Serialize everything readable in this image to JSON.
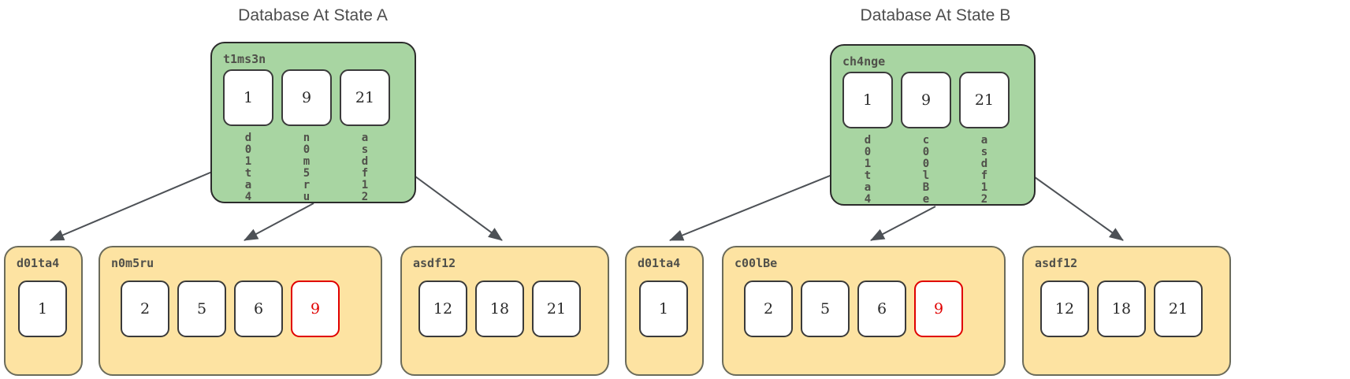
{
  "diagram": {
    "type": "b-tree-copy-on-write",
    "background": "#ffffff",
    "colors": {
      "internal_node_fill": "#a8d5a2",
      "internal_node_stroke": "#2b2b2b",
      "leaf_node_fill": "#fde3a2",
      "leaf_node_stroke": "#6b6b5a",
      "cell_fill": "#ffffff",
      "cell_stroke": "#3a3a3a",
      "highlight_stroke": "#e00000",
      "highlight_text": "#e00000",
      "title_text": "#4d4d4d",
      "label_text": "#50504a",
      "edge_stroke": "#4d5156"
    }
  },
  "panels": [
    {
      "id": "state-a",
      "title": "Database At State A",
      "root": {
        "id": "t1ms3n",
        "label": "t1ms3n",
        "keys": [
          "1",
          "9",
          "21"
        ],
        "pointers": [
          "d01ta4",
          "n0m5ru",
          "asdf12"
        ]
      },
      "leaves": [
        {
          "id": "d01ta4",
          "label": "d01ta4",
          "values": [
            {
              "text": "1",
              "highlight": false
            }
          ]
        },
        {
          "id": "n0m5ru",
          "label": "n0m5ru",
          "values": [
            {
              "text": "2",
              "highlight": false
            },
            {
              "text": "5",
              "highlight": false
            },
            {
              "text": "6",
              "highlight": false
            },
            {
              "text": "9",
              "highlight": true
            }
          ]
        },
        {
          "id": "asdf12",
          "label": "asdf12",
          "values": [
            {
              "text": "12",
              "highlight": false
            },
            {
              "text": "18",
              "highlight": false
            },
            {
              "text": "21",
              "highlight": false
            }
          ]
        }
      ]
    },
    {
      "id": "state-b",
      "title": "Database At State B",
      "root": {
        "id": "ch4nge",
        "label": "ch4nge",
        "keys": [
          "1",
          "9",
          "21"
        ],
        "pointers": [
          "d01ta4",
          "c00lBe",
          "asdf12"
        ]
      },
      "leaves": [
        {
          "id": "d01ta4",
          "label": "d01ta4",
          "values": [
            {
              "text": "1",
              "highlight": false
            }
          ]
        },
        {
          "id": "c00lBe",
          "label": "c00lBe",
          "values": [
            {
              "text": "2",
              "highlight": false
            },
            {
              "text": "5",
              "highlight": false
            },
            {
              "text": "6",
              "highlight": false
            },
            {
              "text": "9",
              "highlight": true
            }
          ]
        },
        {
          "id": "asdf12",
          "label": "asdf12",
          "values": [
            {
              "text": "12",
              "highlight": false
            },
            {
              "text": "18",
              "highlight": false
            },
            {
              "text": "21",
              "highlight": false
            }
          ]
        }
      ]
    }
  ],
  "edges": {
    "icon": "arrow-head-icon",
    "count": 6
  }
}
